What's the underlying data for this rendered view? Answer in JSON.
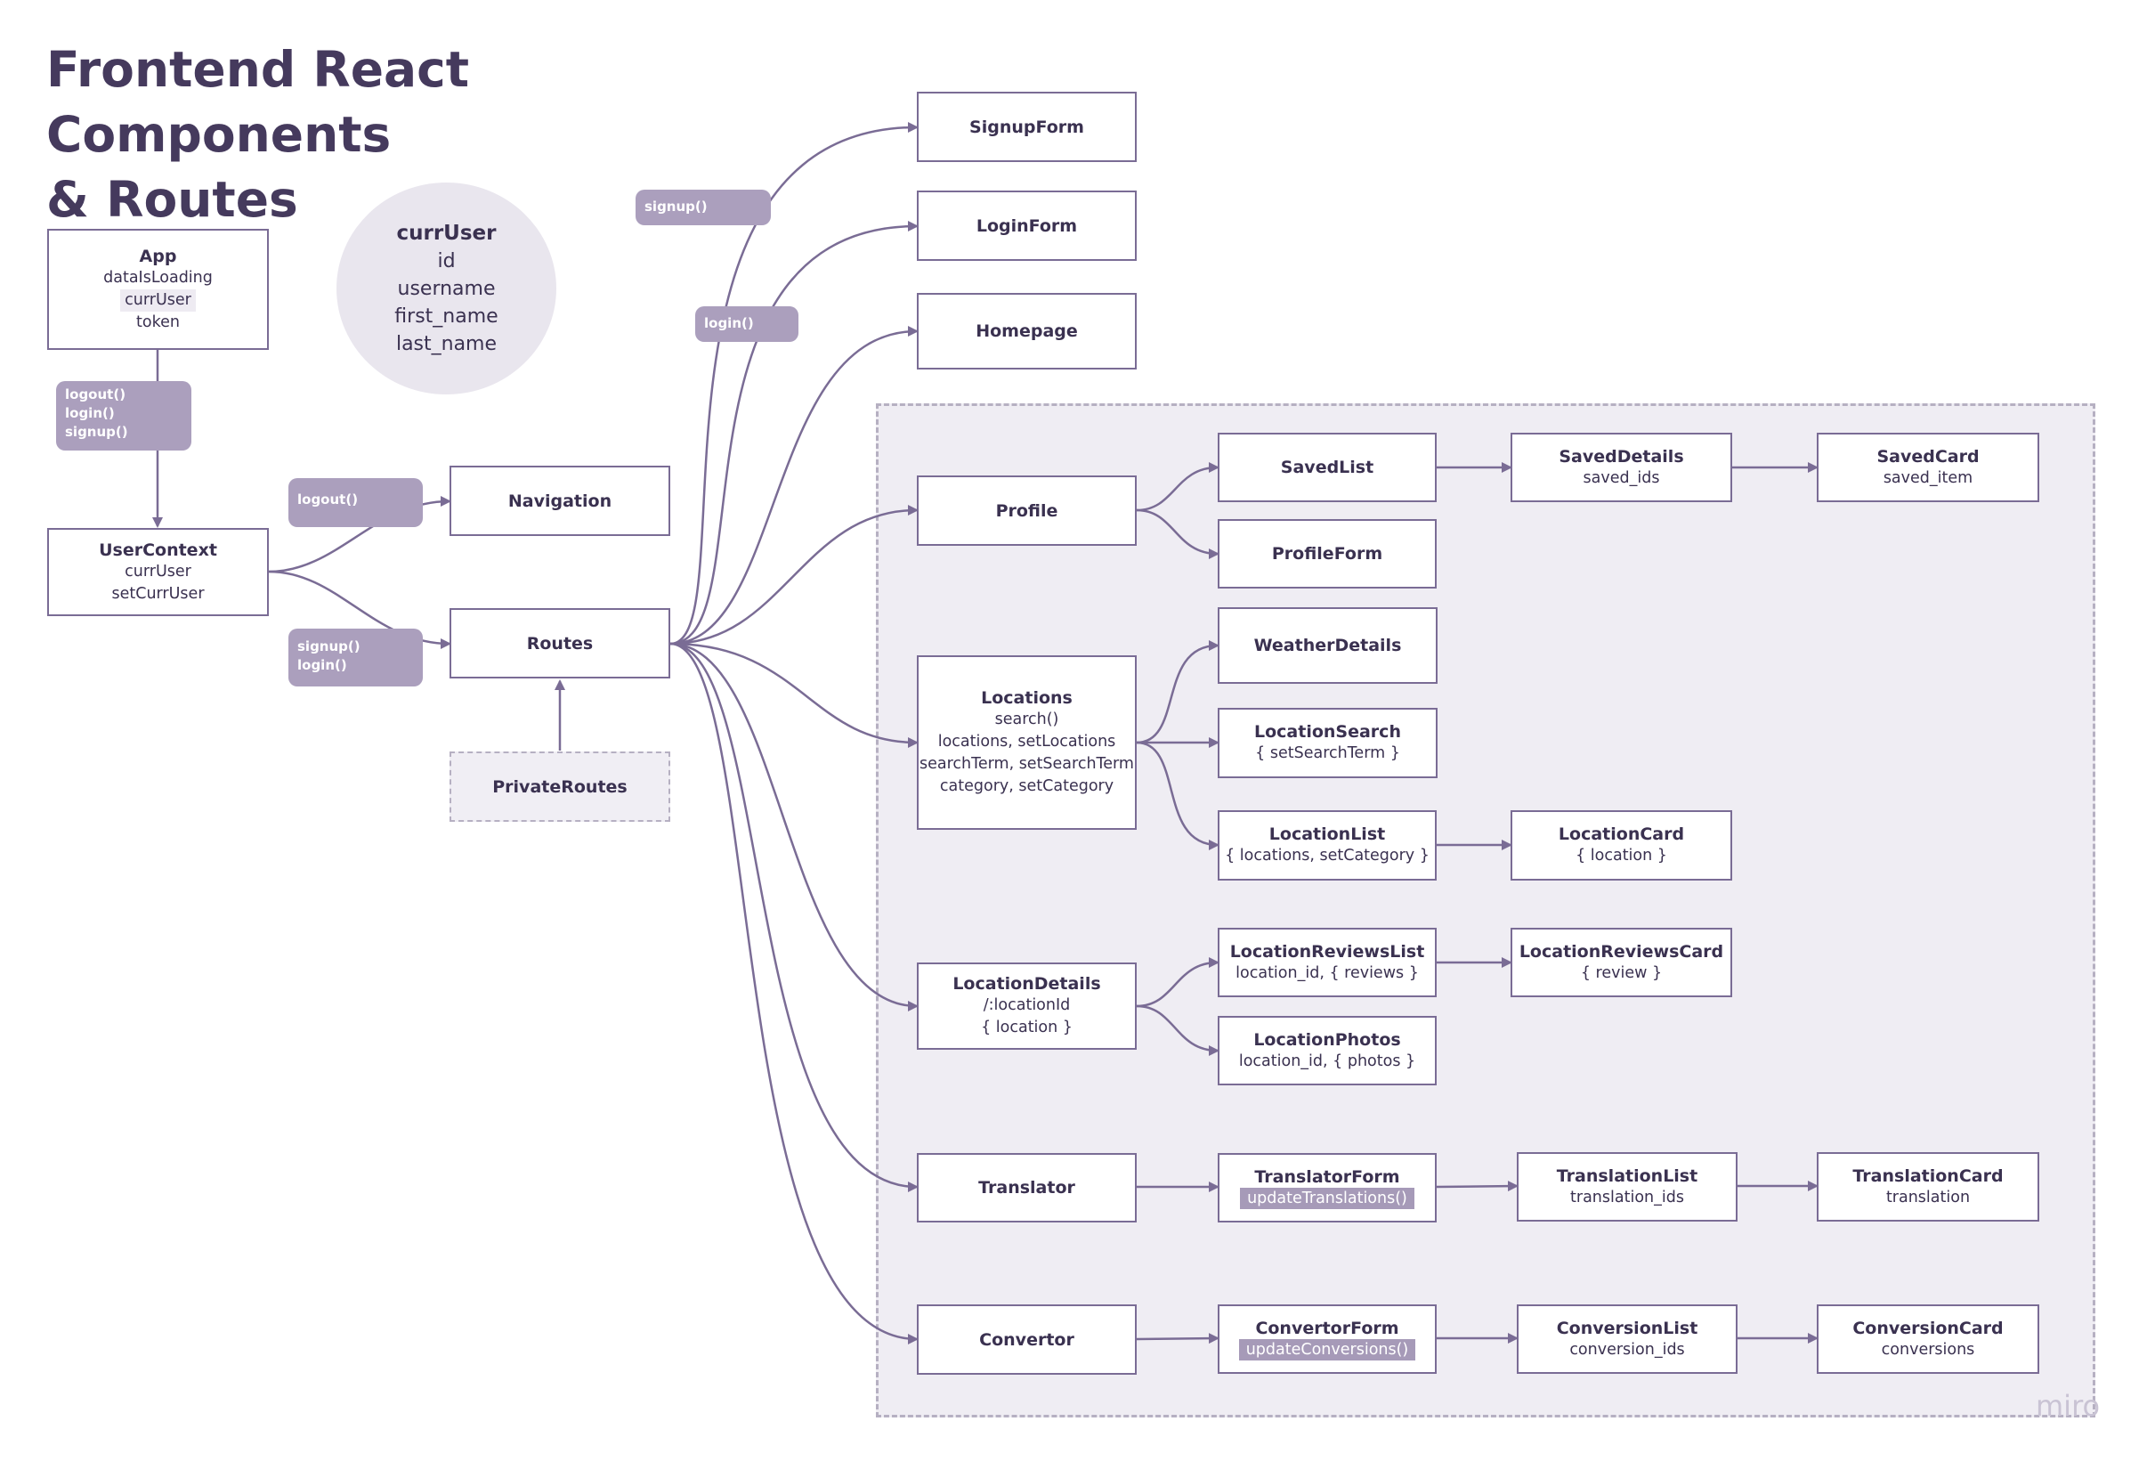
{
  "title": {
    "line1": "Frontend React Components",
    "line2": "& Routes"
  },
  "state_bubble": {
    "name": "currUser",
    "fields": [
      "id",
      "username",
      "first_name",
      "last_name"
    ]
  },
  "nodes": {
    "app": {
      "name": "App",
      "lines": [
        "dataIsLoading",
        "currUser",
        "token"
      ]
    },
    "user_context": {
      "name": "UserContext",
      "lines": [
        "currUser",
        "setCurrUser"
      ]
    },
    "navigation": {
      "name": "Navigation"
    },
    "routes": {
      "name": "Routes"
    },
    "private_routes": {
      "name": "PrivateRoutes"
    },
    "signup_form": {
      "name": "SignupForm"
    },
    "login_form": {
      "name": "LoginForm"
    },
    "homepage": {
      "name": "Homepage"
    },
    "profile": {
      "name": "Profile"
    },
    "saved_list": {
      "name": "SavedList"
    },
    "saved_details": {
      "name": "SavedDetails",
      "lines": [
        "saved_ids"
      ]
    },
    "saved_card": {
      "name": "SavedCard",
      "lines": [
        "saved_item"
      ]
    },
    "profile_form": {
      "name": "ProfileForm"
    },
    "locations": {
      "name": "Locations",
      "lines": [
        "search()",
        "locations, setLocations",
        "searchTerm, setSearchTerm",
        "category, setCategory"
      ]
    },
    "weather_details": {
      "name": "WeatherDetails"
    },
    "location_search": {
      "name": "LocationSearch",
      "lines": [
        "{ setSearchTerm }"
      ]
    },
    "location_list": {
      "name": "LocationList",
      "lines": [
        "{ locations, setCategory }"
      ]
    },
    "location_card": {
      "name": "LocationCard",
      "lines": [
        "{ location }"
      ]
    },
    "location_details": {
      "name": "LocationDetails",
      "lines": [
        "/:locationId",
        "{ location }"
      ]
    },
    "location_reviews_list": {
      "name": "LocationReviewsList",
      "lines": [
        "location_id, { reviews }"
      ]
    },
    "location_reviews_card": {
      "name": "LocationReviewsCard",
      "lines": [
        "{ review }"
      ]
    },
    "location_photos": {
      "name": "LocationPhotos",
      "lines": [
        "location_id, { photos }"
      ]
    },
    "translator": {
      "name": "Translator"
    },
    "translator_form": {
      "name": "TranslatorForm",
      "lines": [
        "updateTranslations()"
      ]
    },
    "translation_list": {
      "name": "TranslationList",
      "lines": [
        "translation_ids"
      ]
    },
    "translation_card": {
      "name": "TranslationCard",
      "lines": [
        "translation"
      ]
    },
    "convertor": {
      "name": "Convertor"
    },
    "convertor_form": {
      "name": "ConvertorForm",
      "lines": [
        "updateConversions()"
      ]
    },
    "conversion_list": {
      "name": "ConversionList",
      "lines": [
        "conversion_ids"
      ]
    },
    "conversion_card": {
      "name": "ConversionCard",
      "lines": [
        "conversions"
      ]
    }
  },
  "tags": {
    "app_to_context": [
      "logout()",
      "login()",
      "signup()"
    ],
    "to_navigation": [
      "logout()"
    ],
    "to_routes": [
      "signup()",
      "login()"
    ],
    "to_signup_form": [
      "signup()"
    ],
    "to_login_form": [
      "login()"
    ]
  },
  "watermark": "miro",
  "colors": {
    "line": "#7a6c95",
    "tag": "#ab9fbd",
    "title": "#453a5d",
    "panel": "#efedf3"
  }
}
